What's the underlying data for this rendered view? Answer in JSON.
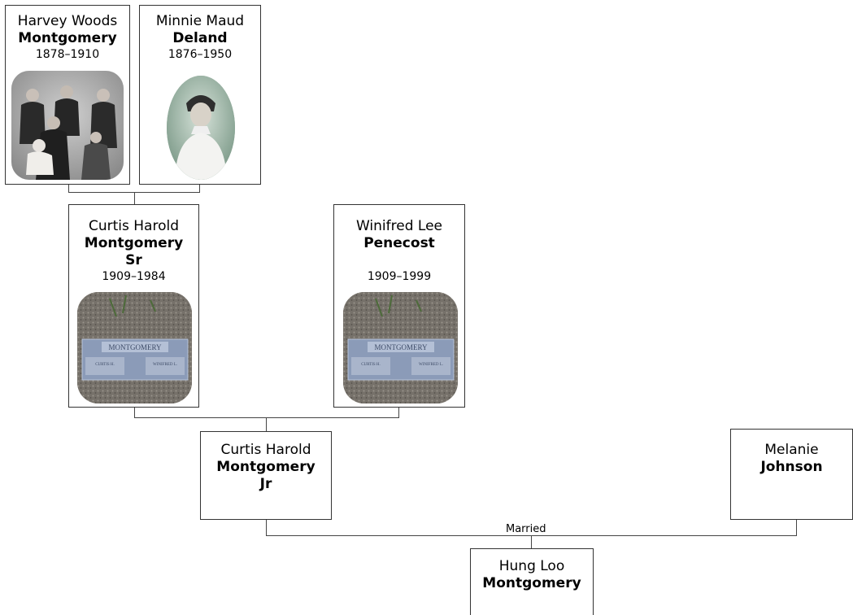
{
  "people": {
    "harvey": {
      "given": "Harvey Woods",
      "surname": "Montgomery",
      "dates": "1878–1910"
    },
    "minnie": {
      "given": "Minnie Maud",
      "surname": "Deland",
      "dates": "1876–1950"
    },
    "curtis_sr": {
      "given": "Curtis Harold",
      "surname_line1": "Montgomery",
      "surname_line2": "Sr",
      "dates": "1909–1984"
    },
    "winifred": {
      "given": "Winifred Lee",
      "surname": "Penecost",
      "dates": "1909–1999"
    },
    "curtis_jr": {
      "given": "Curtis Harold",
      "surname_line1": "Montgomery",
      "surname_line2": "Jr"
    },
    "melanie": {
      "given": "Melanie",
      "surname": "Johnson"
    },
    "hung": {
      "given": "Hung Loo",
      "surname": "Montgomery"
    }
  },
  "relationships": {
    "married_label": "Married"
  },
  "gravestone_text": {
    "family": "MONTGOMERY",
    "left": "CURTIS H.",
    "right": "WINIFRED L."
  },
  "colors": {
    "border": "#333333",
    "line": "#444444",
    "stone": "#8b9bb8",
    "gravel": "#6f6a60"
  }
}
